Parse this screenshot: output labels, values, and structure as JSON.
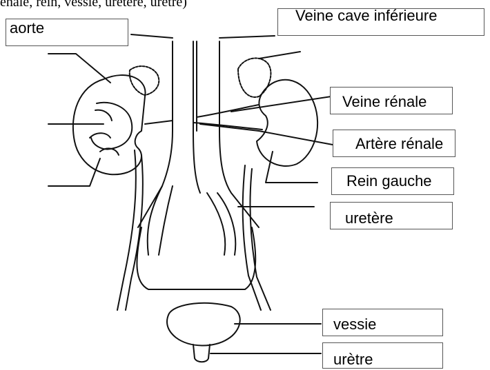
{
  "header": {
    "word_list": "énale, rein, vessie, uretère, urètre)"
  },
  "labels": {
    "aorte": "aorte",
    "veine_cave": "Veine cave inférieure",
    "veine_renale": "Veine rénale",
    "artere_renale": "Artère rénale",
    "rein_gauche": "Rein gauche",
    "uretere": "uretère",
    "vessie": "vessie",
    "uretre": "urètre"
  }
}
